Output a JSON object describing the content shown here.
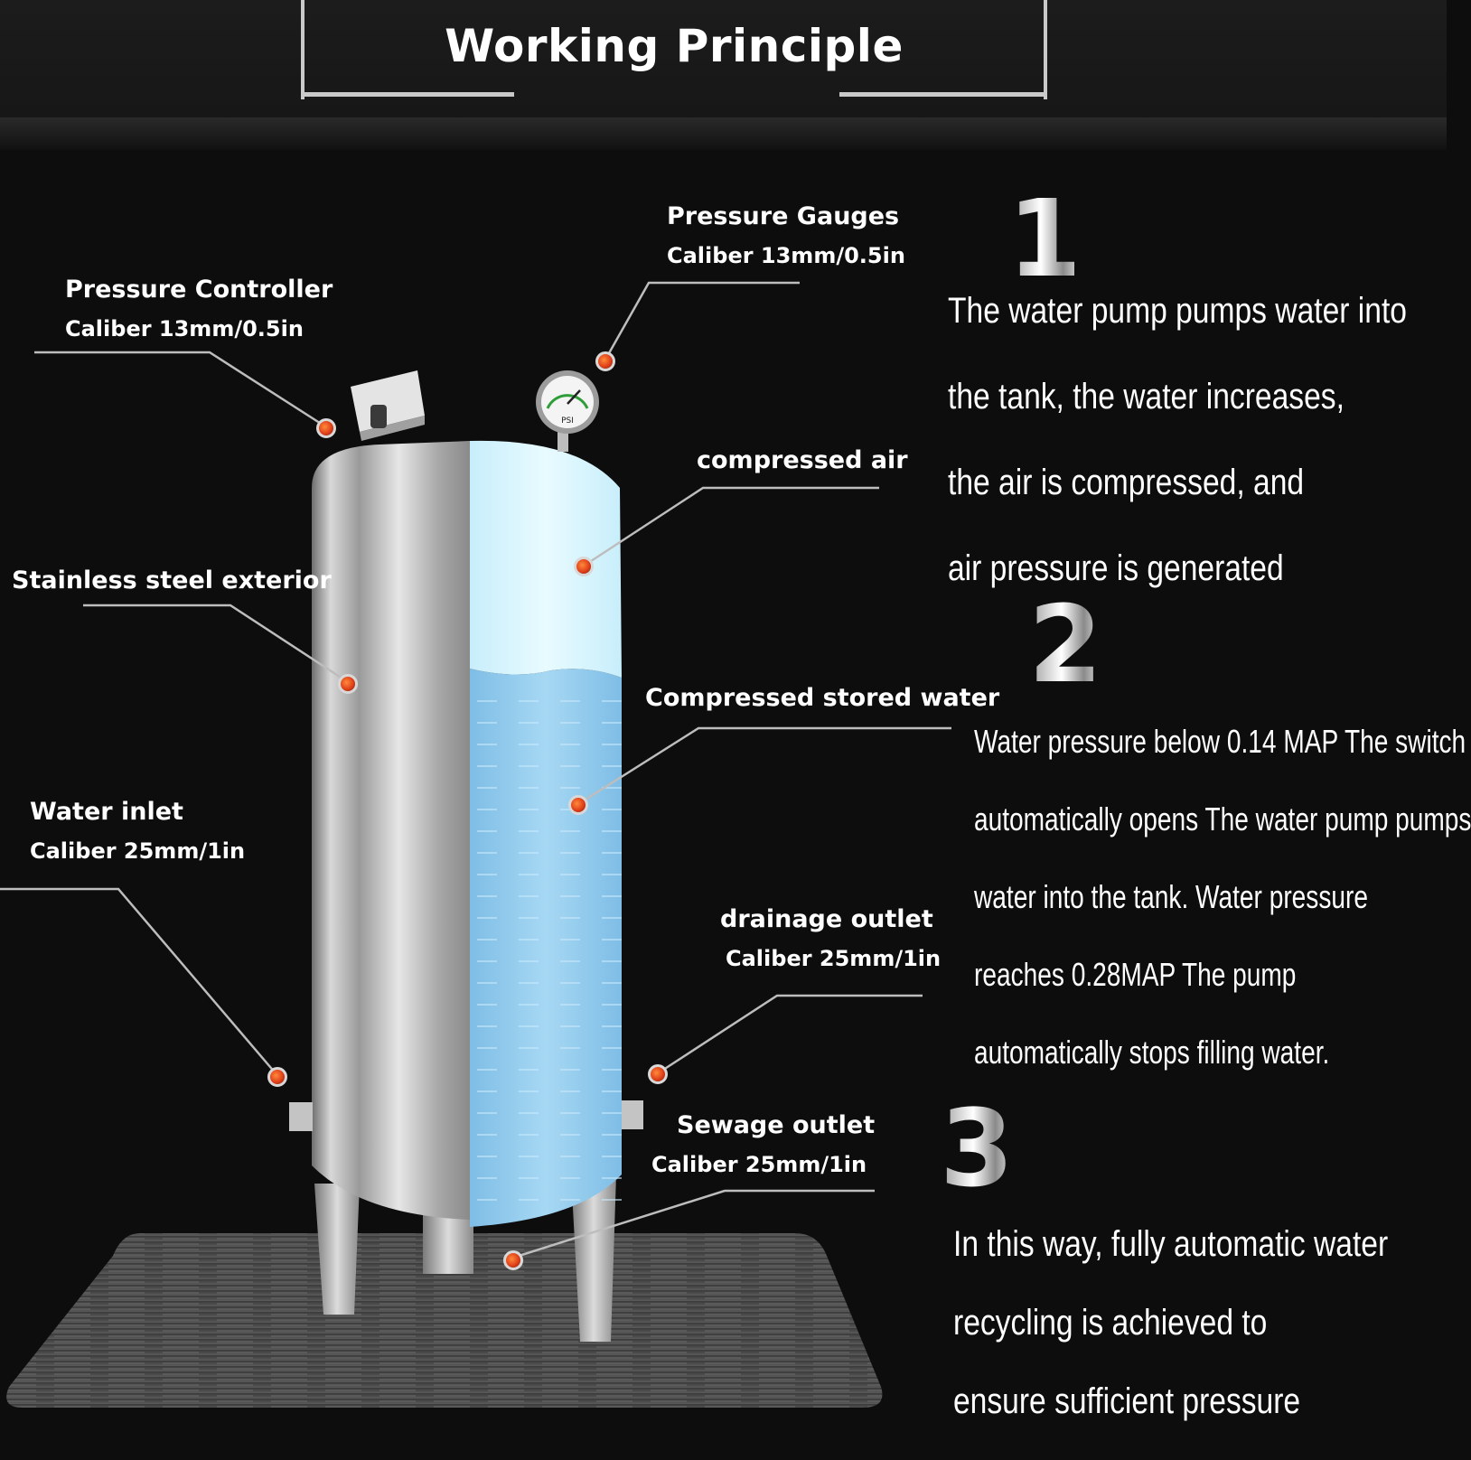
{
  "title": "Working Principle",
  "labels": {
    "pressure_gauges": {
      "name": "Pressure Gauges",
      "caliber": "Caliber 13mm/0.5in"
    },
    "pressure_controller": {
      "name": "Pressure Controller",
      "caliber": "Caliber 13mm/0.5in"
    },
    "compressed_air": {
      "name": "compressed air"
    },
    "stainless_steel": {
      "name": "Stainless steel exterior"
    },
    "compressed_water": {
      "name": "Compressed stored water"
    },
    "water_inlet": {
      "name": "Water inlet",
      "caliber": "Caliber 25mm/1in"
    },
    "drainage_outlet": {
      "name": "drainage outlet",
      "caliber": "Caliber 25mm/1in"
    },
    "sewage_outlet": {
      "name": "Sewage outlet",
      "caliber": "Caliber 25mm/1in"
    }
  },
  "steps": [
    {
      "number": "1",
      "lines": [
        "The water pump pumps water into",
        "the tank, the water increases,",
        "the air is compressed, and",
        "air pressure is generated"
      ]
    },
    {
      "number": "2",
      "lines": [
        "Water pressure below 0.14 MAP The switch",
        "automatically opens The water pump pumps",
        "water into the tank. Water pressure",
        "reaches 0.28MAP The pump",
        "automatically stops filling water."
      ]
    },
    {
      "number": "3",
      "lines": [
        "In this way, fully automatic water",
        "recycling is achieved to",
        "ensure sufficient pressure"
      ]
    }
  ],
  "gauge_face_text": "PSI",
  "colors": {
    "background": "#0d0d0d",
    "water": "#8fc8ec",
    "air": "#d6f4fc",
    "steel": "#b8b8b8",
    "marker": "#e0401a"
  }
}
